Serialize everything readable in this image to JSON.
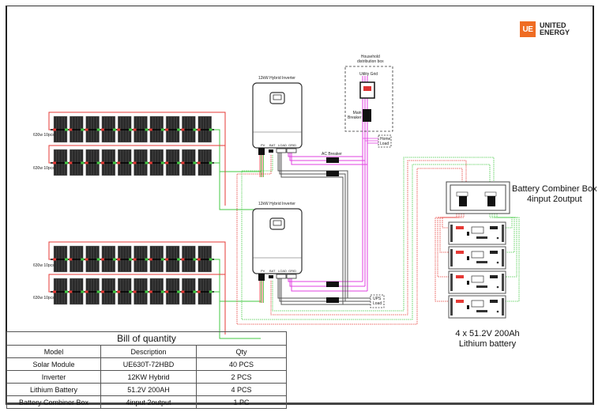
{
  "brand": {
    "logo_mark": "UE",
    "name_line1": "UNITED",
    "name_line2": "ENERGY",
    "accent_color": "#ef6c23"
  },
  "solar_arrays": [
    {
      "label": "630w 10pcs",
      "panels": 10
    },
    {
      "label": "630w 10pcs",
      "panels": 10
    },
    {
      "label": "630w 10pcs",
      "panels": 10
    },
    {
      "label": "630w 10pcs",
      "panels": 10
    }
  ],
  "inverters": [
    {
      "title": "12kW Hybrid Inverter",
      "ports": [
        "PV",
        "BAT",
        "LOAD",
        "GRID"
      ]
    },
    {
      "title": "12kW Hybrid Inverter",
      "ports": [
        "PV",
        "BAT",
        "LOAD",
        "GRID"
      ]
    }
  ],
  "distribution": {
    "box_title_line1": "Household",
    "box_title_line2": "distribution box",
    "utility_grid": "Utility Grid",
    "main_breaker_line1": "Main",
    "main_breaker_line2": "Breaker",
    "home_load_line1": "Home",
    "home_load_line2": "Load",
    "ac_breaker": "AC Breaker",
    "ups_load_line1": "UPS",
    "ups_load_line2": "Load"
  },
  "combiner": {
    "title_line1": "Battery Combiner Box",
    "title_line2": "4input 2output"
  },
  "battery": {
    "count": 4,
    "caption_line1": "4 x 51.2V 200Ah",
    "caption_line2": "Lithium battery"
  },
  "wire_colors": {
    "pv_positive": "#e53935",
    "pv_negative": "#43c943",
    "ac_grid": "#e040e0",
    "ac_load": "#555555"
  },
  "bill_of_quantity": {
    "title": "Bill of quantity",
    "headers": [
      "Model",
      "Description",
      "Qty"
    ],
    "rows": [
      [
        "Solar Module",
        "UE630T-72HBD",
        "40 PCS"
      ],
      [
        "Inverter",
        "12KW Hybrid",
        "2 PCS"
      ],
      [
        "Lithium Battery",
        "51.2V 200AH",
        "4 PCS"
      ],
      [
        "Battery Combiner Box",
        "4input 2output",
        "1 PC"
      ]
    ]
  }
}
